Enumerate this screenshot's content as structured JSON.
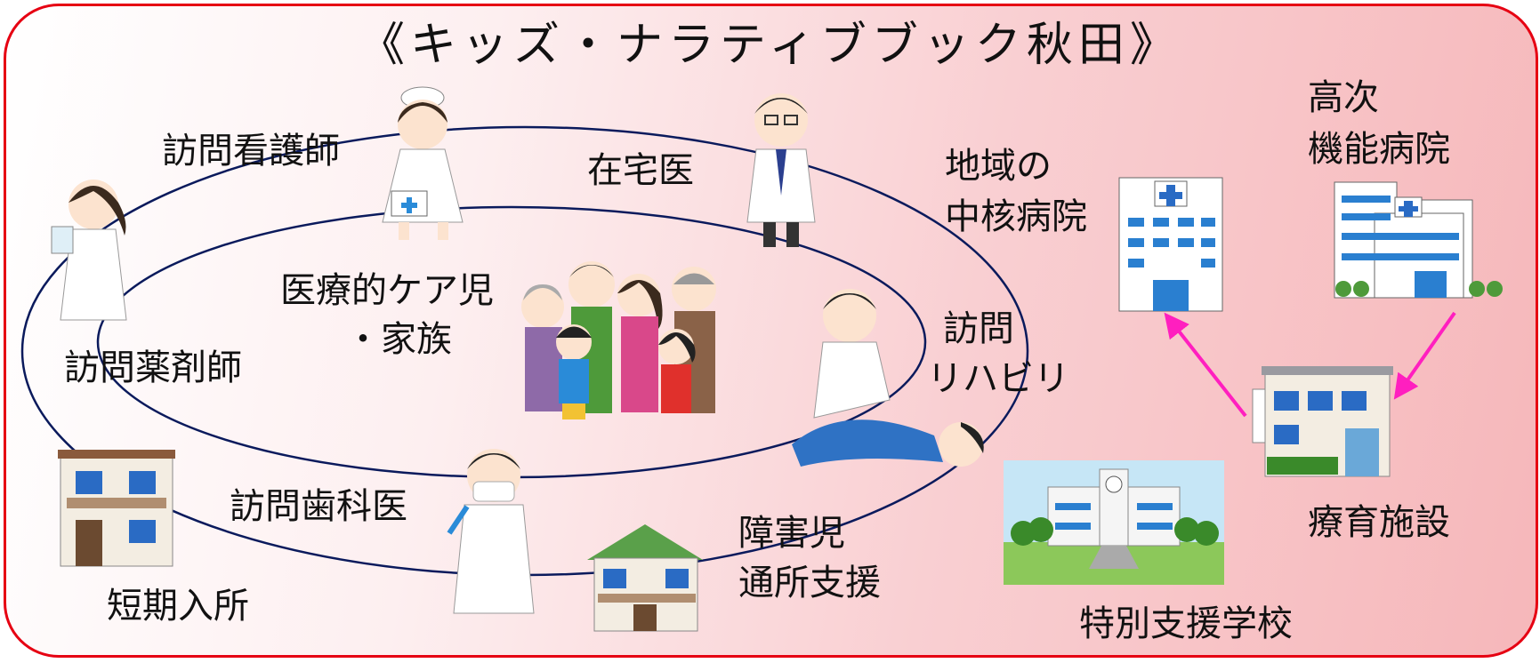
{
  "title": "《キッズ・ナラティブブック秋田》",
  "colors": {
    "frame": "#e60012",
    "bg_left": "#ffffff",
    "bg_right": "#f6b7ba",
    "ring": "#0a1a5c",
    "arrow": "#ff1fbf"
  },
  "center": {
    "line1": "医療的ケア児",
    "line2": "・家族"
  },
  "roles": {
    "visiting_nurse": "訪問看護師",
    "home_doctor": "在宅医",
    "pharmacist": "訪問薬剤師",
    "dentist": "訪問歯科医",
    "rehab_line1": "訪問",
    "rehab_line2": "リハビリ",
    "short_stay": "短期入所",
    "day_support_line1": "障害児",
    "day_support_line2": "通所支援"
  },
  "facilities": {
    "regional_hospital_line1": "地域の",
    "regional_hospital_line2": "中核病院",
    "advanced_hospital_line1": "高次",
    "advanced_hospital_line2": "機能病院",
    "therapy_facility": "療育施設",
    "special_school": "特別支援学校"
  },
  "icons": [
    "nurse-icon",
    "doctor-icon",
    "pharmacist-icon",
    "family-icon",
    "therapist-icon",
    "dentist-icon",
    "apartment-icon",
    "house-icon",
    "hospital-icon",
    "large-hospital-icon",
    "therapy-facility-icon",
    "school-icon"
  ]
}
